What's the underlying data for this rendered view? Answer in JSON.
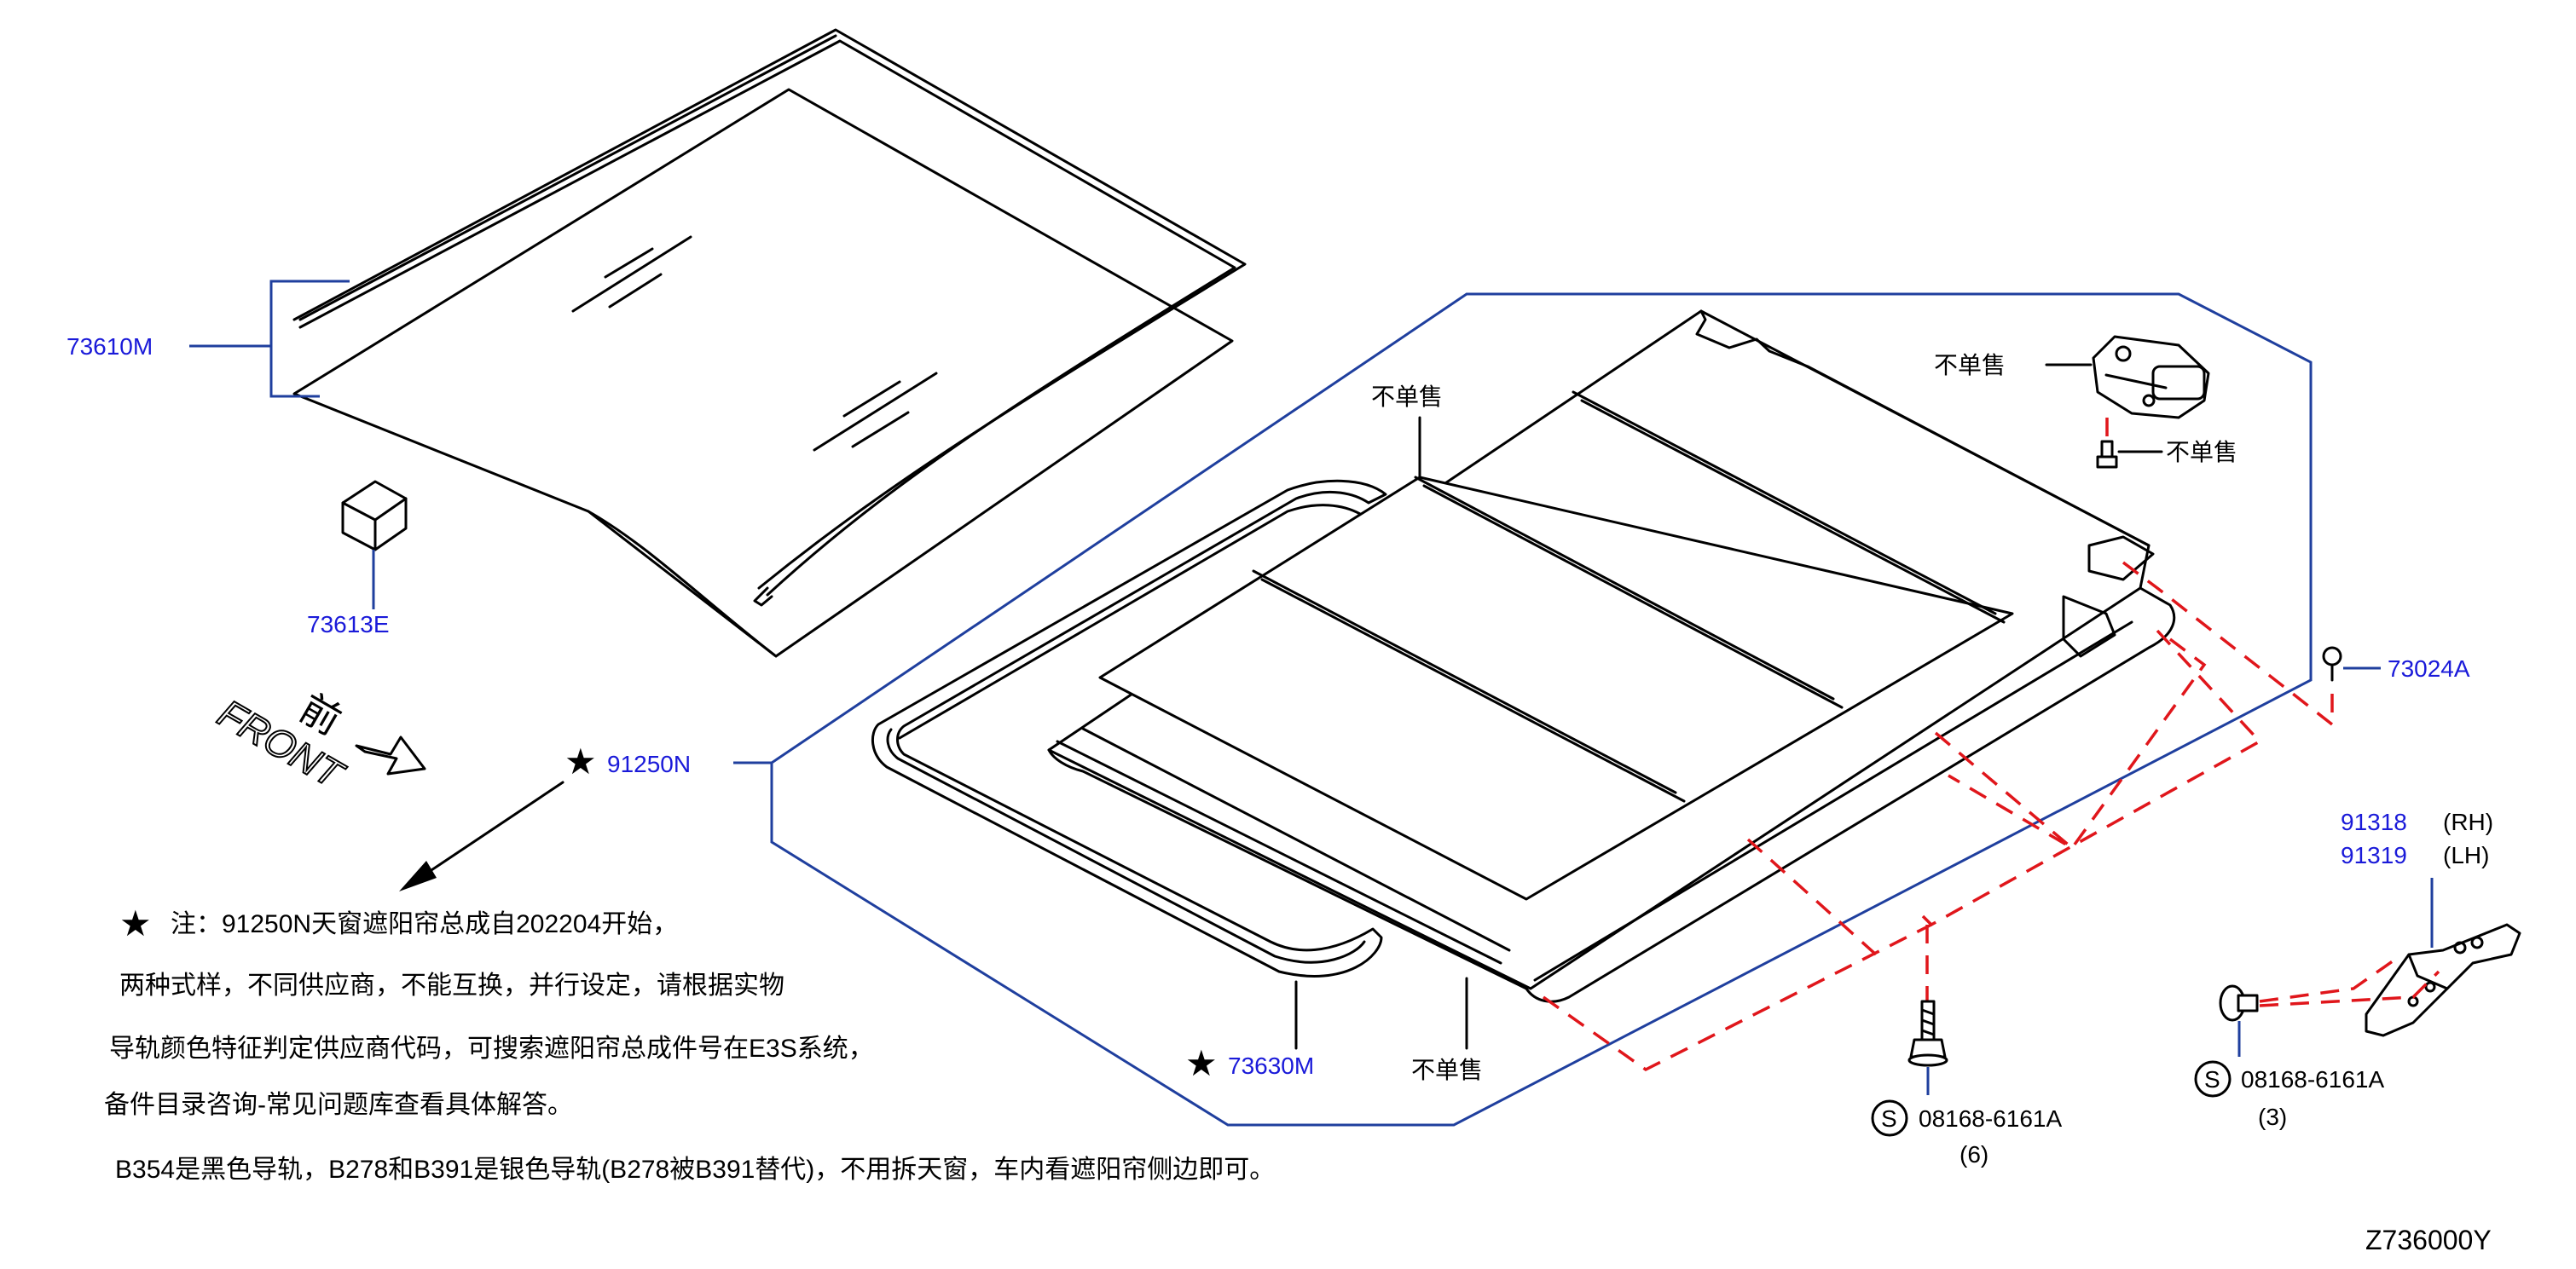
{
  "parts": {
    "p73610M": "73610M",
    "p73613E": "73613E",
    "p91250N": "91250N",
    "p73630M": "73630M",
    "p73024A": "73024A",
    "p91318": "91318",
    "p91319": "91319",
    "rh": "(RH)",
    "lh": "(LH)",
    "bolt1": "08168-6161A",
    "bolt1_qty": "(6)",
    "bolt2": "08168-6161A",
    "bolt2_qty": "(3)",
    "s_mark": "S"
  },
  "labels": {
    "not_sold": "不单售",
    "front_cn": "前",
    "front_en": "FRONT"
  },
  "notes": [
    "注：91250N天窗遮阳帘总成自202204开始，",
    "两种式样，不同供应商，不能互换，并行设定，请根据实物",
    "导轨颜色特征判定供应商代码，可搜索遮阳帘总成件号在E3S系统，",
    "备件目录咨询-常见问题库查看具体解答。",
    "B354是黑色导轨，B278和B391是银色导轨(B278被B391替代)，不用拆天窗，车内看遮阳帘侧边即可。"
  ],
  "star": "★",
  "diagram_id": "Z736000Y",
  "colors": {
    "part_number": "#1a1ad9",
    "bracket": "#1f3f9e",
    "dashed": "#e0161b"
  }
}
